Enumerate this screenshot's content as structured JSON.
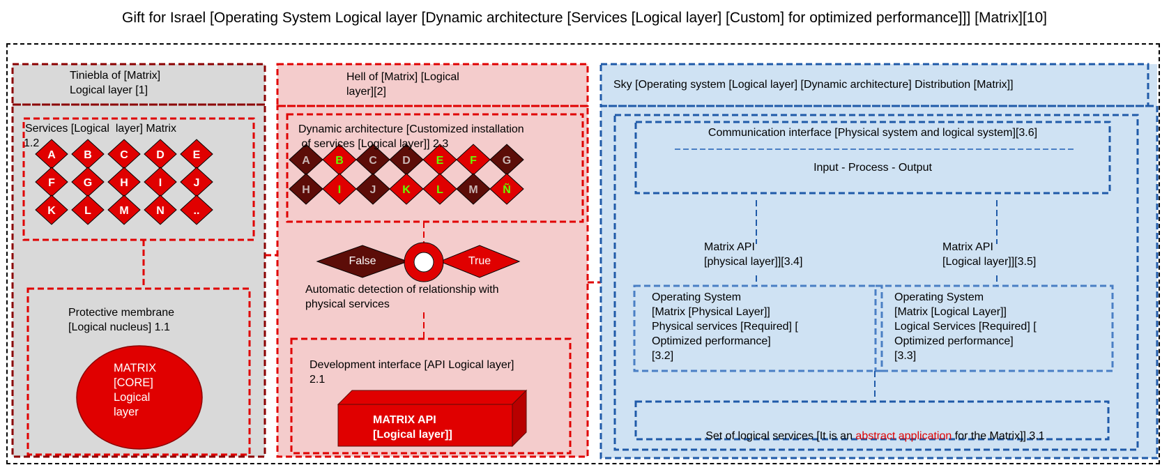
{
  "title": "Gift for Israel [Operating System Logical layer [Dynamic architecture [Services [Logical layer] [Custom] for optimized performance]]] [Matrix][10]",
  "colors": {
    "red": "#e00000",
    "dark_red": "#5c0d08",
    "panel_gray": "#d9d9d9",
    "panel_pink": "#f4cccc",
    "panel_blue": "#cfe2f3",
    "blue_border": "#1f5aa8",
    "green_letter": "#66ff00"
  },
  "tiniebla": {
    "header": [
      "Tiniebla of [Matrix]",
      "Logical layer [1]"
    ],
    "services": {
      "label": [
        "Services [Logical  layer] Matrix",
        "1.2"
      ],
      "letters": [
        "A",
        "B",
        "C",
        "D",
        "E",
        "F",
        "G",
        "H",
        "I",
        "J",
        "K",
        "L",
        "M",
        "N",
        ".."
      ]
    },
    "membrane": {
      "label": [
        "Protective membrane",
        "[Logical nucleus] 1.1"
      ],
      "core": [
        "MATRIX",
        "[CORE]",
        "Logical",
        "layer"
      ]
    }
  },
  "hell": {
    "header": [
      "Hell of [Matrix] [Logical",
      "layer][2]"
    ],
    "dynamic": {
      "label": [
        "Dynamic architecture [Customized installation",
        " of services [Logical layer]] 2.3"
      ],
      "letters": [
        {
          "l": "A",
          "dark": true,
          "green": false
        },
        {
          "l": "B",
          "dark": false,
          "green": true
        },
        {
          "l": "C",
          "dark": true,
          "green": false
        },
        {
          "l": "D",
          "dark": true,
          "green": false
        },
        {
          "l": "E",
          "dark": false,
          "green": true
        },
        {
          "l": "F",
          "dark": false,
          "green": true
        },
        {
          "l": "G",
          "dark": true,
          "green": false
        },
        {
          "l": "H",
          "dark": true,
          "green": false
        },
        {
          "l": "I",
          "dark": false,
          "green": true
        },
        {
          "l": "J",
          "dark": true,
          "green": false
        },
        {
          "l": "K",
          "dark": false,
          "green": true
        },
        {
          "l": "L",
          "dark": false,
          "green": true
        },
        {
          "l": "M",
          "dark": true,
          "green": false
        },
        {
          "l": "Ñ",
          "dark": false,
          "green": true
        }
      ]
    },
    "decision": {
      "false_label": "False",
      "true_label": "True",
      "caption": [
        "Automatic detection of relationship with",
        "physical services"
      ]
    },
    "dev": {
      "label": [
        "Development interface [API Logical layer]",
        "2.1"
      ],
      "api": [
        "MATRIX API",
        "[Logical layer]]"
      ]
    }
  },
  "sky": {
    "header": "Sky [Operating system [Logical layer] [Dynamic architecture] Distribution [Matrix]]",
    "comm": {
      "title": "Communication interface [Physical system and logical system][3.6]",
      "flow": "Input - Process - Output"
    },
    "api_physical": [
      "Matrix API",
      "[physical layer]][3.4]"
    ],
    "api_logical": [
      "Matrix API",
      "[Logical layer]][3.5]"
    ],
    "os_physical": [
      "Operating System",
      "[Matrix [Physical Layer]]",
      "Physical services [Required] [",
      "Optimized performance]",
      "[3.2]"
    ],
    "os_logical": [
      "Operating System",
      "[Matrix [Logical Layer]]",
      "Logical Services [Required] [",
      "Optimized performance]",
      "[3.3]"
    ],
    "set": {
      "before": "Set of logical services [It is an ",
      "highlight": "abstract application",
      "after": " for the Matrix]] 3.1"
    }
  }
}
